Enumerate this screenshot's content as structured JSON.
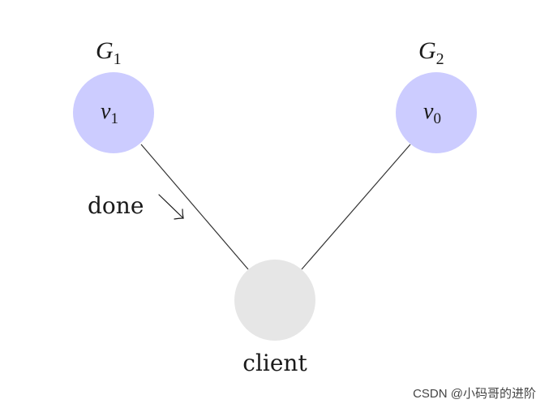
{
  "colors": {
    "group_node_fill": "#ccccff",
    "client_node_fill": "#e6e6e6",
    "edge": "#333333",
    "text": "#1a1a1a"
  },
  "groups": [
    {
      "label": "G",
      "subscript": "1",
      "node_label": "v",
      "node_subscript": "1"
    },
    {
      "label": "G",
      "subscript": "2",
      "node_label": "v",
      "node_subscript": "0"
    }
  ],
  "client": {
    "label": "client"
  },
  "annotation": {
    "label": "done",
    "arrow": "arrow-down-right-icon"
  },
  "watermark": "CSDN @小码哥的进阶"
}
